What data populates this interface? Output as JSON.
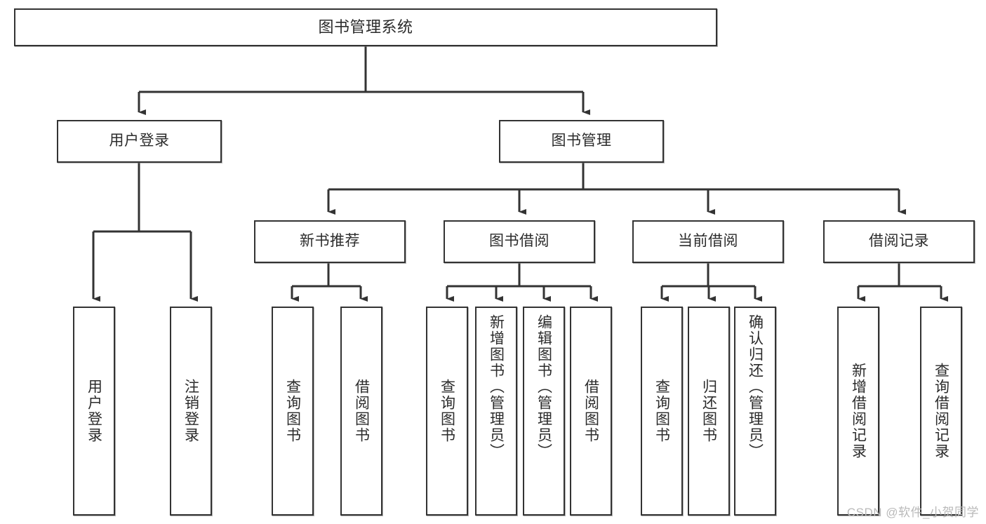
{
  "diagram": {
    "title": "图书管理系统",
    "type": "tree-hierarchy",
    "watermark": "CSDN @软件_小贺同学",
    "colors": {
      "node_border": "#333333",
      "node_fill": "#ffffff",
      "edge": "#333333",
      "text": "#2b2b2b",
      "watermark": "#b9b9b9"
    },
    "nodes": {
      "root": {
        "label": "图书管理系统"
      },
      "level2": [
        {
          "id": "user-login",
          "label": "用户登录"
        },
        {
          "id": "book-manage",
          "label": "图书管理"
        }
      ],
      "level3": [
        {
          "id": "new-book-recommend",
          "label": "新书推荐"
        },
        {
          "id": "book-borrow",
          "label": "图书借阅"
        },
        {
          "id": "current-borrow",
          "label": "当前借阅"
        },
        {
          "id": "borrow-record",
          "label": "借阅记录"
        }
      ],
      "leaves": {
        "user_login": [
          {
            "id": "leaf-user-login",
            "label": "用户登录"
          },
          {
            "id": "leaf-logout-login",
            "label": "注销登录"
          }
        ],
        "new_book_recommend": [
          {
            "id": "leaf-query-book-1",
            "label": "查询图书"
          },
          {
            "id": "leaf-borrow-book-1",
            "label": "借阅图书"
          }
        ],
        "book_borrow": [
          {
            "id": "leaf-query-book-2",
            "label": "查询图书"
          },
          {
            "id": "leaf-add-book",
            "label": "新增图书（管理员）"
          },
          {
            "id": "leaf-edit-book",
            "label": "编辑图书（管理员）"
          },
          {
            "id": "leaf-borrow-book-2",
            "label": "借阅图书"
          }
        ],
        "current_borrow": [
          {
            "id": "leaf-query-book-3",
            "label": "查询图书"
          },
          {
            "id": "leaf-return-book",
            "label": "归还图书"
          },
          {
            "id": "leaf-confirm-return",
            "label": "确认归还（管理员）"
          }
        ],
        "borrow_record": [
          {
            "id": "leaf-add-borrow-record",
            "label": "新增借阅记录"
          },
          {
            "id": "leaf-query-borrow-record",
            "label": "查询借阅记录"
          }
        ]
      }
    }
  }
}
